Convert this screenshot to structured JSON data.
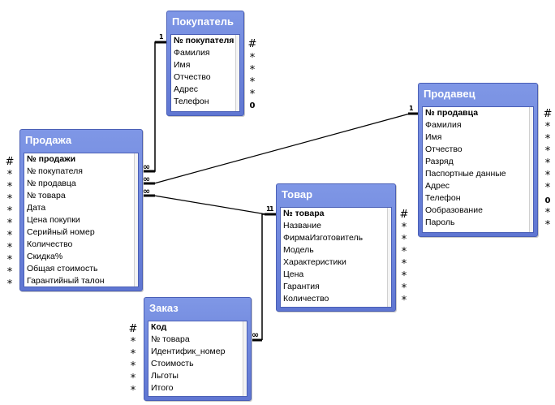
{
  "tables": {
    "pokupatel": {
      "title": "Покупатель",
      "fields": [
        "№ покупателя",
        "Фамилия",
        "Имя",
        "Отчество",
        "Адрес",
        "Телефон"
      ],
      "markers": [
        "#",
        "*",
        "*",
        "*",
        "*",
        "0"
      ]
    },
    "prodavets": {
      "title": "Продавец",
      "fields": [
        "№ продавца",
        "Фамилия",
        "Имя",
        "Отчество",
        "Разряд",
        "Паспортные данные",
        "Адрес",
        "Телефон",
        "Ообразование",
        "Пароль"
      ],
      "markers": [
        "#",
        "*",
        "*",
        "*",
        "*",
        "*",
        "*",
        "0",
        "*",
        "*"
      ]
    },
    "prodazha": {
      "title": "Продажа",
      "fields": [
        "№ продажи",
        "№ покупателя",
        "№ продавца",
        "№ товара",
        "Дата",
        "Цена покупки",
        "Серийный номер",
        "Количество",
        "Скидка%",
        "Общая стоимость",
        "Гарантийный талон"
      ],
      "markers": [
        "#",
        "*",
        "*",
        "*",
        "*",
        "*",
        "*",
        "*",
        "*",
        "*",
        "*"
      ]
    },
    "tovar": {
      "title": "Товар",
      "fields": [
        "№ товара",
        "Название",
        "ФирмаИзготовитель",
        "Модель",
        "Характеристики",
        "Цена",
        "Гарантия",
        "Количество"
      ],
      "markers": [
        "#",
        "*",
        "*",
        "*",
        "*",
        "*",
        "*",
        "*"
      ]
    },
    "zakaz": {
      "title": "Заказ",
      "fields": [
        "Код",
        "№ товара",
        "Идентифик_номер",
        "Стоимость",
        "Льготы",
        "Итого"
      ],
      "markers": [
        "#",
        "*",
        "*",
        "*",
        "*",
        "*"
      ]
    }
  },
  "relationships": [
    {
      "from": "prodazha.№ покупателя",
      "to": "pokupatel.№ покупателя",
      "one_label": "1",
      "many_label": "∞"
    },
    {
      "from": "prodazha.№ продавца",
      "to": "prodavets.№ продавца",
      "one_label": "1",
      "many_label": "∞"
    },
    {
      "from": "prodazha.№ товара",
      "to": "tovar.№ товара",
      "one_label": "1",
      "many_label": "∞"
    },
    {
      "from": "zakaz.№ товара",
      "to": "tovar.№ товара",
      "one_label": "1",
      "many_label": "∞"
    }
  ]
}
